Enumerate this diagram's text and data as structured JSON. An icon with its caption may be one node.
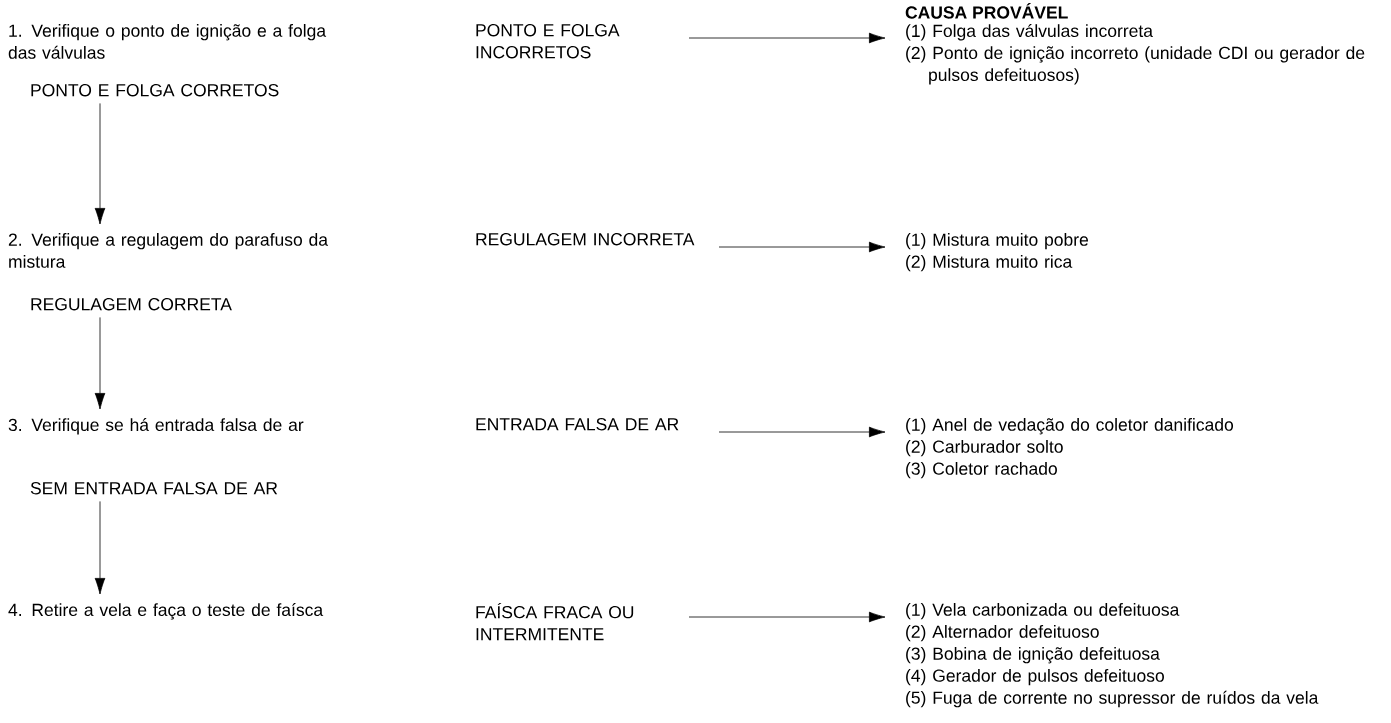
{
  "diagram": {
    "nodes": [
      {
        "text": [
          "1. Verifique o ponto de ignição e a folga das válvulas"
        ]
      },
      {
        "text": [
          "PONTO E FOLGA CORRETOS"
        ]
      },
      {
        "text": [
          "PONTO E FOLGA INCORRETOS"
        ]
      },
      {
        "text": [
          "(1) Folga das válvulas incorreta",
          "(2) Ponto de ignição incorreto (unidade CDI ou gerador de pulsos defeituosos)"
        ]
      },
      {
        "text": [
          "2. Verifique a regulagem do parafuso da mistura"
        ]
      },
      {
        "text": [
          "REGULAGEM CORRETA"
        ]
      },
      {
        "text": [
          "REGULAGEM INCORRETA"
        ]
      },
      {
        "text": [
          "(1) Mistura muito pobre",
          "(2) Mistura muito rica"
        ]
      },
      {
        "text": [
          "3. Verifique se há entrada falsa de ar"
        ]
      },
      {
        "text": [
          "SEM ENTRADA FALSA DE AR"
        ]
      },
      {
        "text": [
          "ENTRADA FALSA DE AR"
        ]
      },
      {
        "text": [
          "(1) Anel de vedação do coletor danificado",
          "(2) Carburador solto",
          "(3) Coletor rachado"
        ]
      },
      {
        "text": [
          "4. Retire a vela e faça o teste de faísca"
        ]
      },
      {
        "text": [
          "FAÍSCA FRACA OU INTERMITENTE"
        ]
      },
      {
        "text": [
          "(1) Vela carbonizada ou defeituosa",
          "(2) Alternador defeituoso",
          "(3) Bobina de ignição defeituosa",
          "(4) Gerador de pulsos defeituoso",
          "(5) Fuga de corrente no supressor de ruídos da vela"
        ]
      }
    ],
    "edges": [
      {
        "from": 1,
        "to": 4,
        "arrow": "to"
      },
      {
        "from": 5,
        "to": 8,
        "arrow": "to"
      },
      {
        "from": 9,
        "to": 12,
        "arrow": "to"
      },
      {
        "from": 2,
        "to": 3,
        "arrow": "to"
      },
      {
        "from": 6,
        "to": 7,
        "arrow": "to"
      },
      {
        "from": 10,
        "to": 11,
        "arrow": "to"
      },
      {
        "from": 13,
        "to": 14,
        "arrow": "to"
      }
    ],
    "labels": [
      "CAUSA PROVÁVEL"
    ]
  }
}
